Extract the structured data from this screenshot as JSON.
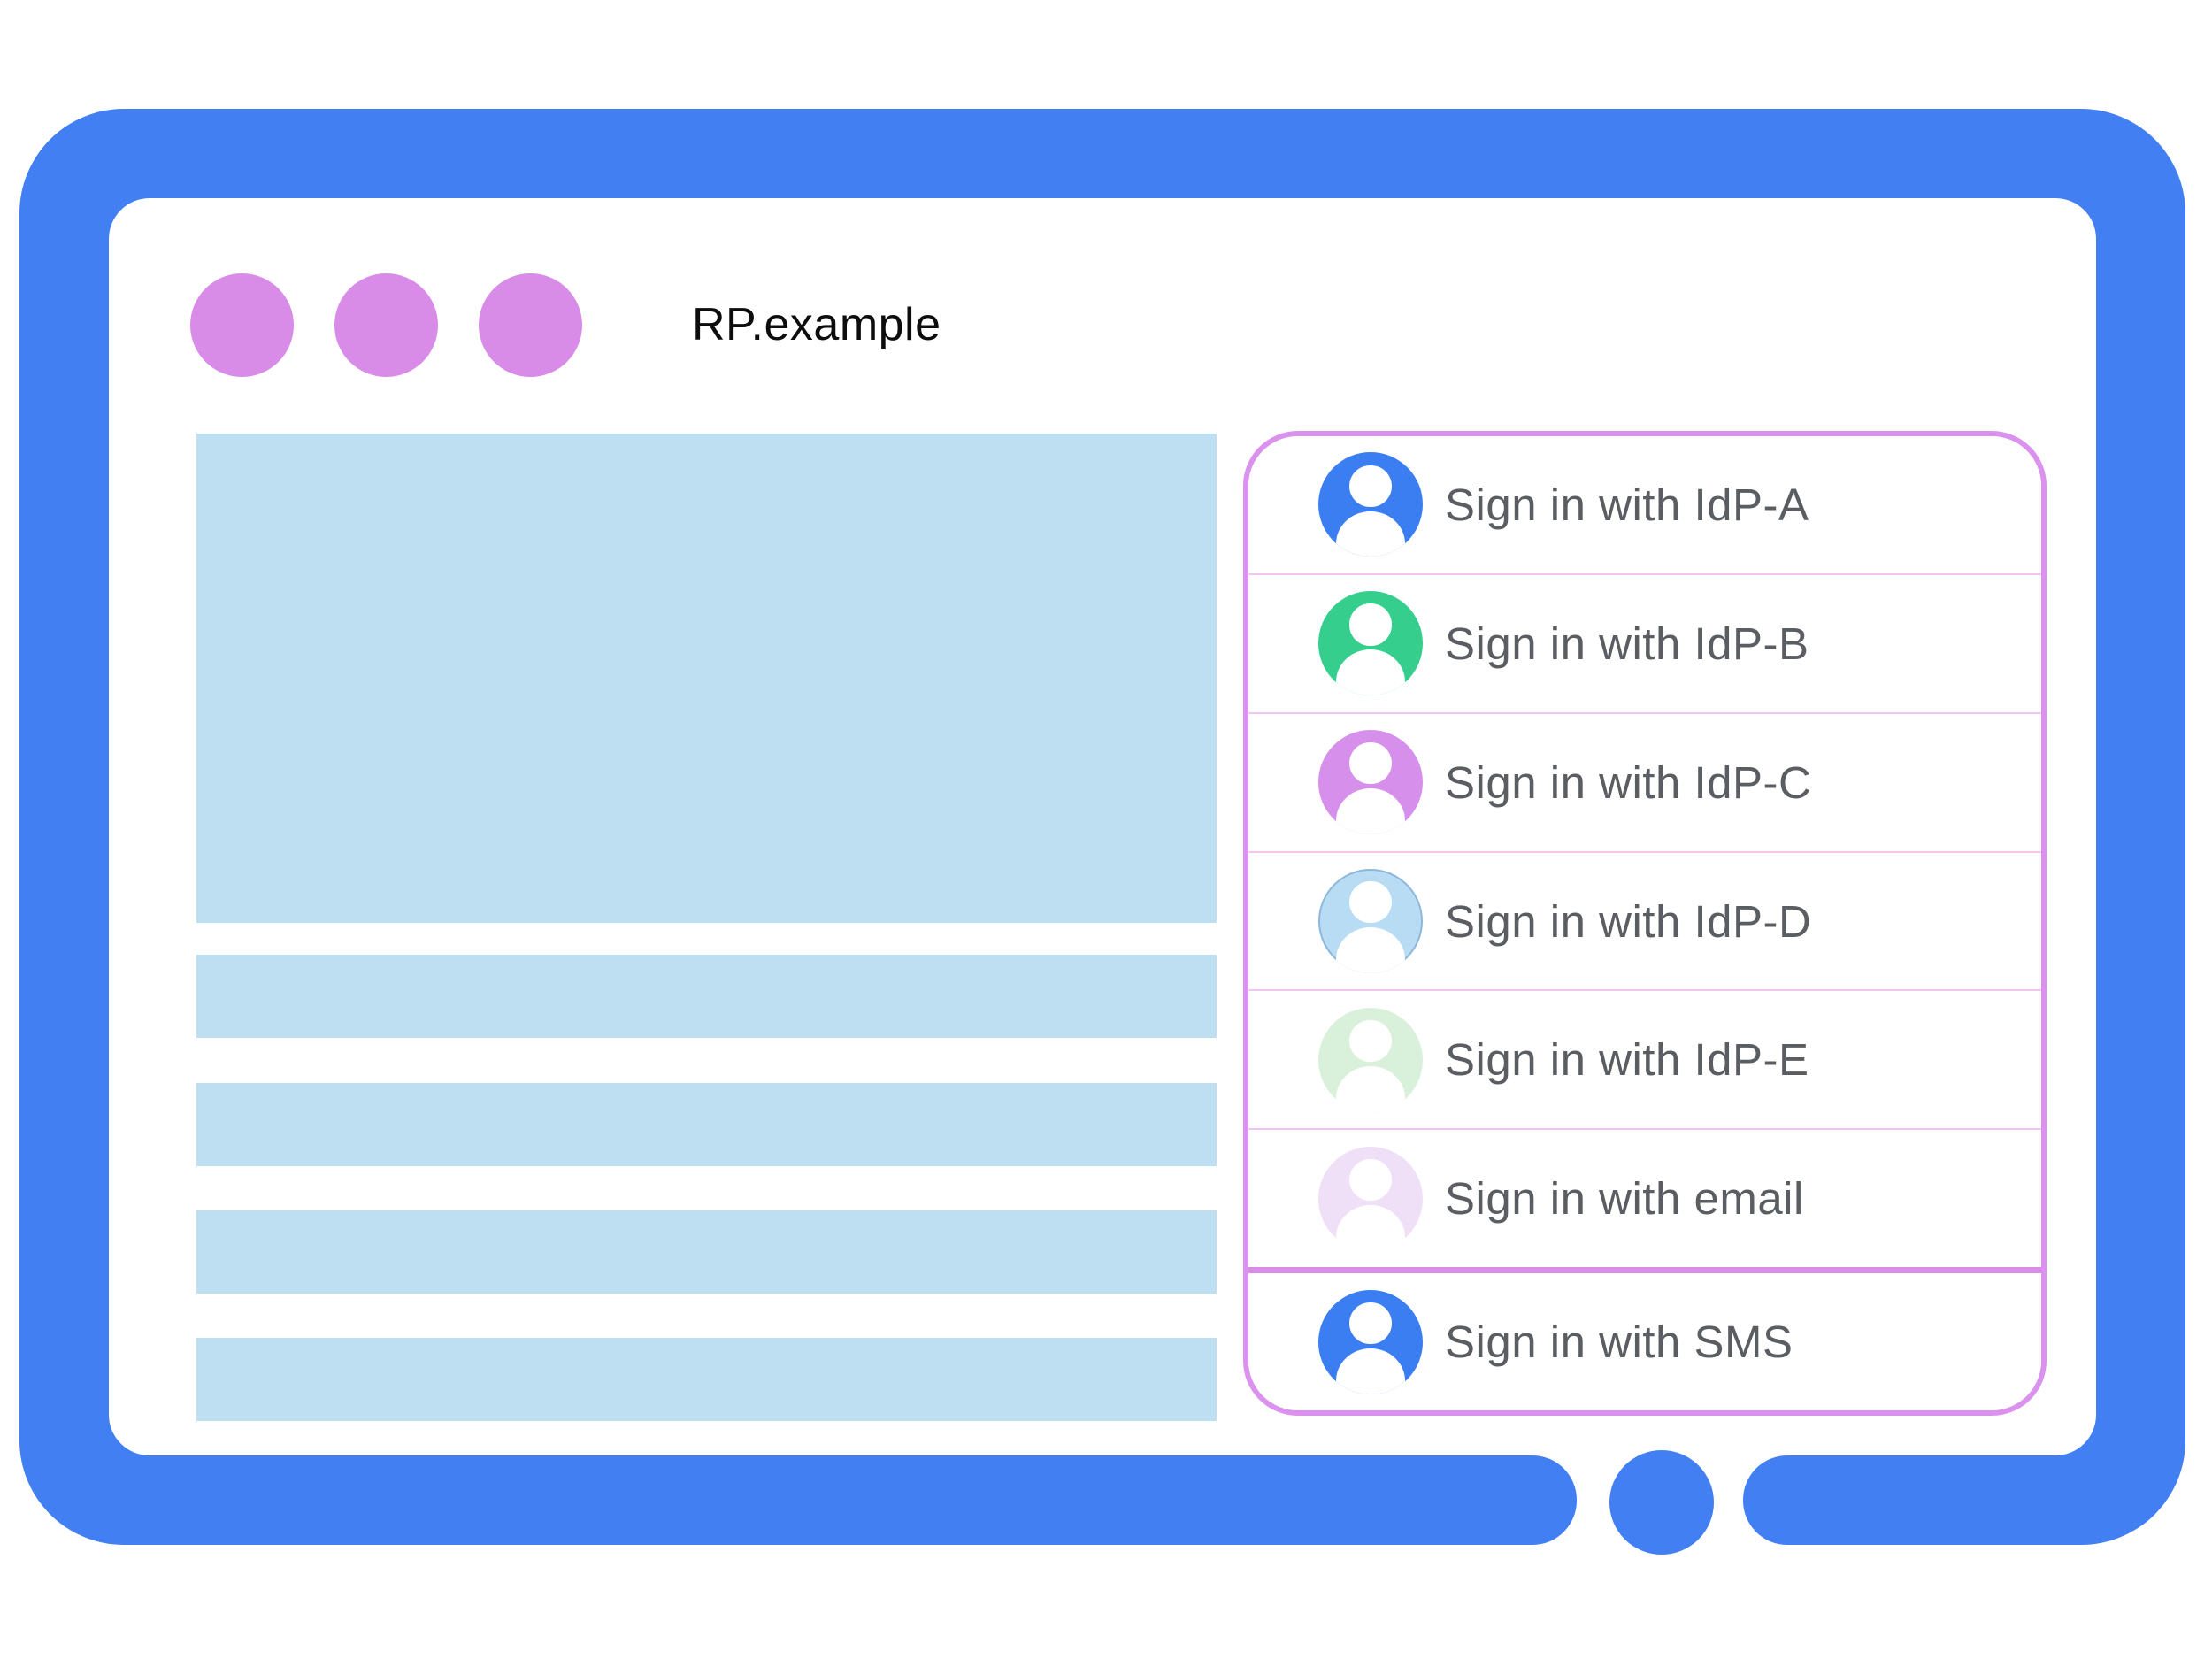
{
  "window": {
    "title": "RP.example",
    "dots_count": 3,
    "dot_icon": "window-dot",
    "home_icon": "home-button"
  },
  "colors": {
    "frame_blue": "#417FF2",
    "placeholder_blue": "#BEDFF2",
    "window_dot_purple": "#D88CE8",
    "panel_border_purple": "#DB92EF",
    "row_separator": "#F2C6F0",
    "row_separator_strong": "#D98CE8",
    "label_gray": "#5A5D61"
  },
  "signin_panel": {
    "options": [
      {
        "label": "Sign in with IdP-A",
        "avatar_icon": "person-icon",
        "avatar_color": "#3B7EF1"
      },
      {
        "label": "Sign in with IdP-B",
        "avatar_icon": "person-icon",
        "avatar_color": "#35CE8C"
      },
      {
        "label": "Sign in with IdP-C",
        "avatar_icon": "person-icon",
        "avatar_color": "#D78FEC"
      },
      {
        "label": "Sign in with IdP-D",
        "avatar_icon": "person-icon",
        "avatar_color": "#B7DCF4"
      },
      {
        "label": "Sign in with IdP-E",
        "avatar_icon": "person-icon",
        "avatar_color": "#D9F0DA"
      },
      {
        "label": "Sign in with email",
        "avatar_icon": "person-icon",
        "avatar_color": "#EFE0F7"
      },
      {
        "label": "Sign in with SMS",
        "avatar_icon": "person-icon",
        "avatar_color": "#3B7EF1"
      }
    ]
  }
}
